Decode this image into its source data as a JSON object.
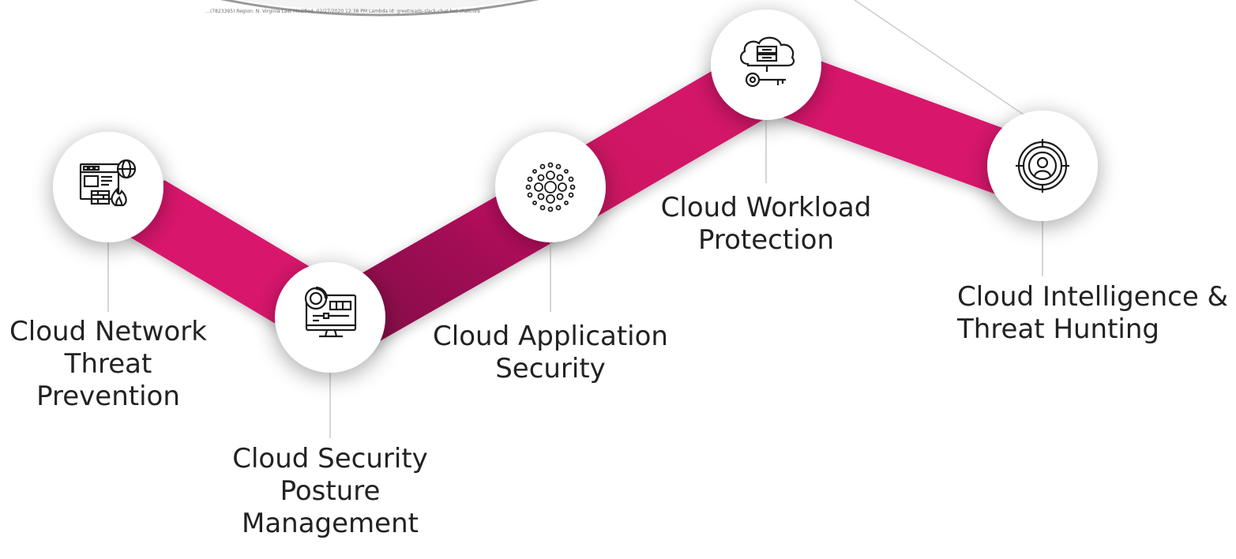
{
  "screenshot_strip": {
    "text": "…(7823395)   Region: N. Virginia   Last Modified: 02/27/2020 12:38 PM   Lambda id: greetreads-slack-chat-bot-chatcore"
  },
  "colors": {
    "band": "#d8146c",
    "band_dark": "#8e0a4c",
    "circle": "#ffffff",
    "connector": "#c9c9c9",
    "icon": "#1a1a1a",
    "text": "#222222"
  },
  "nodes": [
    {
      "id": "network",
      "icon": "firewall-web-icon",
      "label_lines": [
        "Cloud Network",
        "Threat",
        "Prevention"
      ]
    },
    {
      "id": "posture",
      "icon": "monitor-settings-icon",
      "label_lines": [
        "Cloud Security",
        "Posture",
        "Management"
      ]
    },
    {
      "id": "application",
      "icon": "dot-sphere-icon",
      "label_lines": [
        "Cloud Application",
        "Security"
      ]
    },
    {
      "id": "workload",
      "icon": "cloud-server-key-icon",
      "label_lines": [
        "Cloud Workload",
        "Protection"
      ]
    },
    {
      "id": "intelligence",
      "icon": "target-person-icon",
      "label_lines": [
        "Cloud Intelligence &",
        "Threat Hunting"
      ]
    }
  ]
}
